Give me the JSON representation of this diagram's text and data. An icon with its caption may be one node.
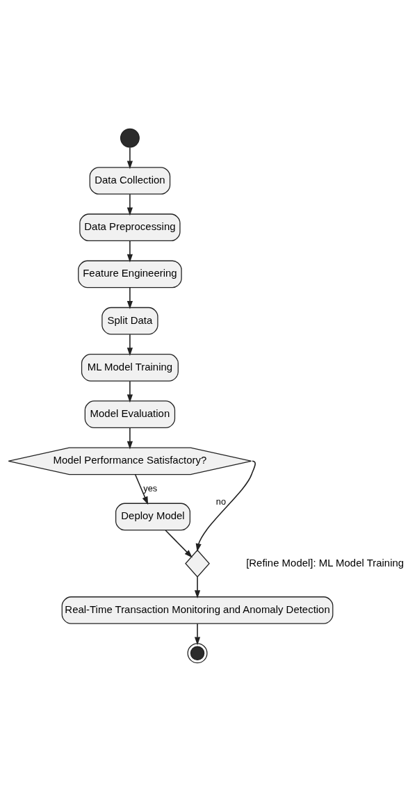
{
  "diagram": {
    "nodes": [
      {
        "text": [],
        "shape": "circle"
      },
      {
        "text": [
          "Data Collection"
        ]
      },
      {
        "text": [
          "Data Preprocessing"
        ]
      },
      {
        "text": [
          "Feature Engineering"
        ]
      },
      {
        "text": [
          "Split Data"
        ]
      },
      {
        "text": [
          "ML Model Training"
        ]
      },
      {
        "text": [
          "Model Evaluation"
        ]
      },
      {
        "text": [
          "Model Performance Satisfactory?"
        ]
      },
      {
        "text": [
          "Deploy Model"
        ]
      },
      {
        "text": [],
        "shape": "diamond",
        "beside": [
          "[Refine Model]: ML Model Training"
        ]
      },
      {
        "text": [
          "Real-Time Transaction Monitoring and Anomaly Detection"
        ]
      },
      {
        "text": [],
        "shape": "circle"
      }
    ],
    "edges": [
      {
        "from": 0,
        "to": 1,
        "arrow": "to"
      },
      {
        "from": 1,
        "to": 2,
        "arrow": "to"
      },
      {
        "from": 2,
        "to": 3,
        "arrow": "to"
      },
      {
        "from": 3,
        "to": 4,
        "arrow": "to"
      },
      {
        "from": 4,
        "to": 5,
        "arrow": "to"
      },
      {
        "from": 5,
        "to": 6,
        "arrow": "to"
      },
      {
        "from": 6,
        "to": 7,
        "arrow": "to"
      },
      {
        "from": 7,
        "to": 8,
        "arrow": "to",
        "label": "yes"
      },
      {
        "from": 8,
        "to": 9,
        "arrow": "to"
      },
      {
        "from": 7,
        "to": 9,
        "arrow": "to",
        "label": "no"
      },
      {
        "from": 9,
        "to": 10,
        "arrow": "to"
      },
      {
        "from": 10,
        "to": 11,
        "arrow": "to"
      }
    ]
  }
}
